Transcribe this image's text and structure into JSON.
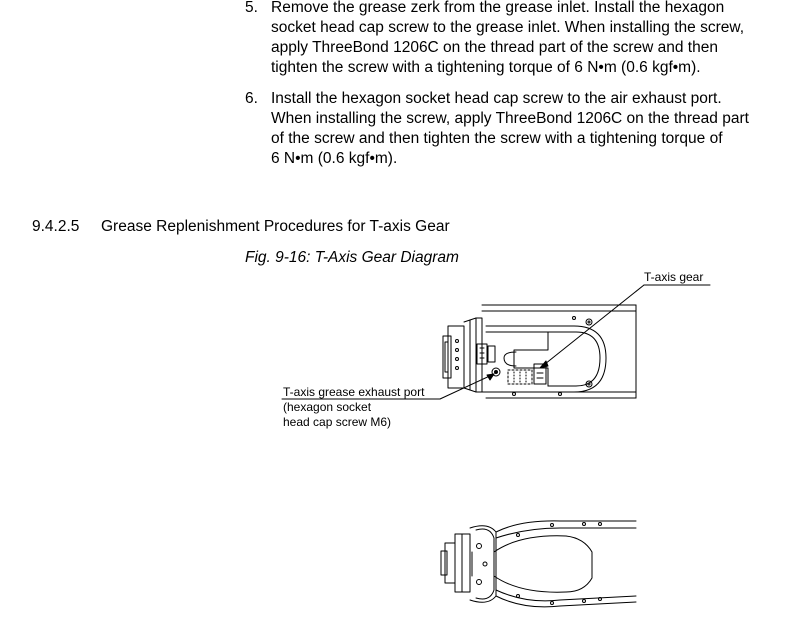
{
  "steps": [
    {
      "number": "5.",
      "lines": [
        "Remove the grease zerk from the grease inlet.  Install the hexagon",
        "socket head cap screw to the grease inlet.  When installing the screw,",
        "apply ThreeBond 1206C on the thread part of the screw and then",
        "tighten the screw with a tightening torque of 6 N•m (0.6 kgf•m)."
      ]
    },
    {
      "number": "6.",
      "lines": [
        "Install the hexagon socket head cap screw to the air exhaust port.",
        "When installing the screw, apply ThreeBond 1206C on the thread part",
        "of the screw and then tighten the screw with a tightening torque of",
        "6 N•m (0.6 kgf•m)."
      ]
    }
  ],
  "section": {
    "number": "9.4.2.5",
    "title": "Grease Replenishment Procedures for T-axis Gear"
  },
  "figure": {
    "caption": "Fig. 9-16: T-Axis Gear Diagram",
    "callouts": {
      "gear": "T-axis gear",
      "port_lines": [
        "T-axis grease exhaust port",
        "(hexagon socket",
        "head cap screw M6)"
      ]
    }
  }
}
